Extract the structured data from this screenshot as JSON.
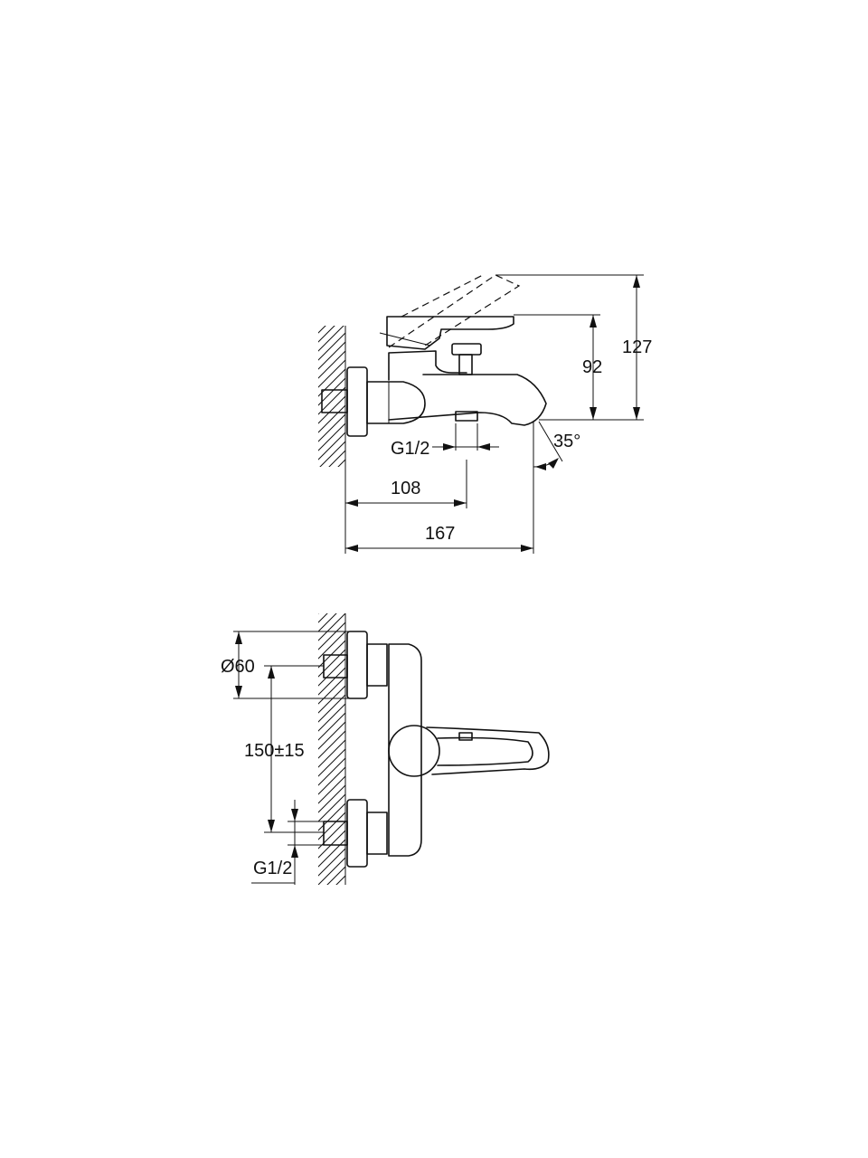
{
  "side_view": {
    "height_raised": "127",
    "height_closed": "92",
    "spout_angle": "35°",
    "inlet_thread": "G1/2",
    "dim_108": "108",
    "dim_167": "167"
  },
  "front_view": {
    "diameter": "Ø60",
    "inlet_spacing": "150±15",
    "inlet_thread": "G1/2"
  }
}
